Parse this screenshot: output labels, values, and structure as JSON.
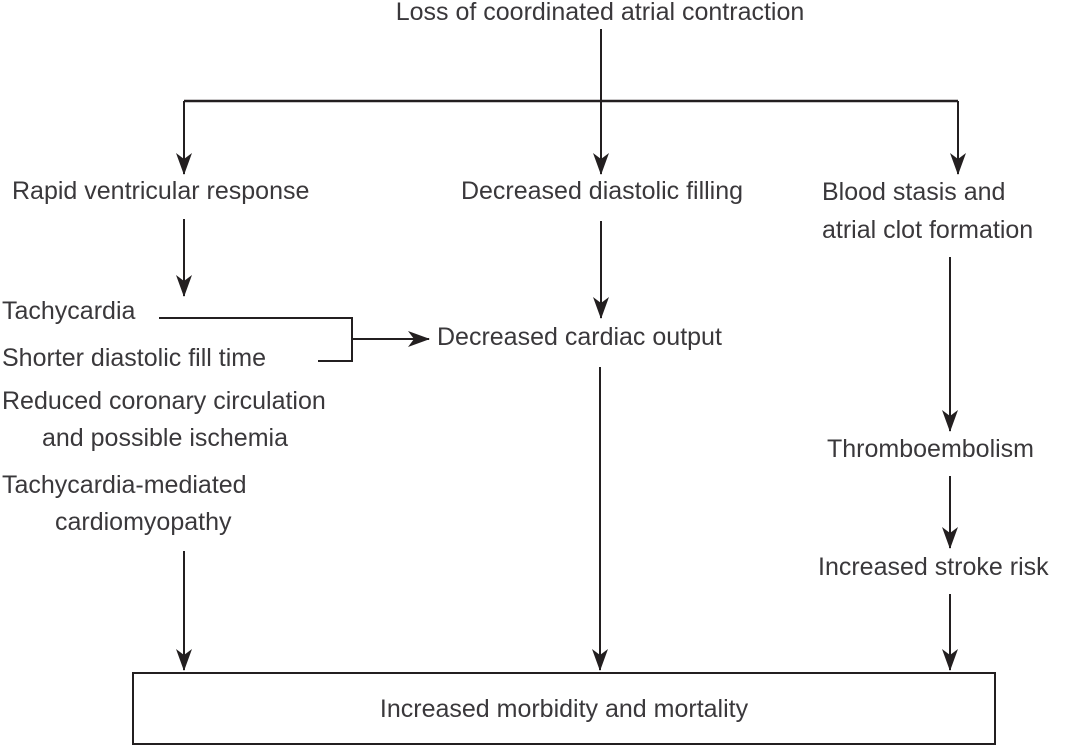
{
  "diagram": {
    "title": "Loss of coordinated atrial contraction",
    "nodes": {
      "rapid_ventricular_response": "Rapid ventricular response",
      "decreased_diastolic_filling": "Decreased diastolic filling",
      "blood_stasis_line1": "Blood stasis and",
      "blood_stasis_line2": "atrial clot formation",
      "tachycardia": "Tachycardia",
      "shorter_diastolic_fill_time": "Shorter diastolic fill time",
      "reduced_coronary_line1": "Reduced coronary circulation",
      "reduced_coronary_line2": "and possible ischemia",
      "tachycardia_mediated_line1": "Tachycardia-mediated",
      "tachycardia_mediated_line2": "cardiomyopathy",
      "decreased_cardiac_output": "Decreased cardiac output",
      "thromboembolism": "Thromboembolism",
      "increased_stroke_risk": "Increased stroke risk",
      "outcome": "Increased morbidity and mortality"
    },
    "edges": [
      {
        "from": "Loss of coordinated atrial contraction",
        "to": "Rapid ventricular response"
      },
      {
        "from": "Loss of coordinated atrial contraction",
        "to": "Decreased diastolic filling"
      },
      {
        "from": "Loss of coordinated atrial contraction",
        "to": "Blood stasis and atrial clot formation"
      },
      {
        "from": "Rapid ventricular response",
        "to": "Tachycardia / Shorter diastolic fill time / Reduced coronary circulation and possible ischemia / Tachycardia-mediated cardiomyopathy"
      },
      {
        "from": "Tachycardia + Shorter diastolic fill time",
        "to": "Decreased cardiac output"
      },
      {
        "from": "Decreased diastolic filling",
        "to": "Decreased cardiac output"
      },
      {
        "from": "Decreased cardiac output",
        "to": "Increased morbidity and mortality"
      },
      {
        "from": "Blood stasis and atrial clot formation",
        "to": "Thromboembolism"
      },
      {
        "from": "Thromboembolism",
        "to": "Increased stroke risk"
      },
      {
        "from": "Increased stroke risk",
        "to": "Increased morbidity and mortality"
      },
      {
        "from": "Tachycardia-mediated cardiomyopathy column",
        "to": "Increased morbidity and mortality"
      }
    ],
    "colors": {
      "line": "#231f20",
      "text": "#3a383b",
      "background": "#ffffff"
    }
  }
}
